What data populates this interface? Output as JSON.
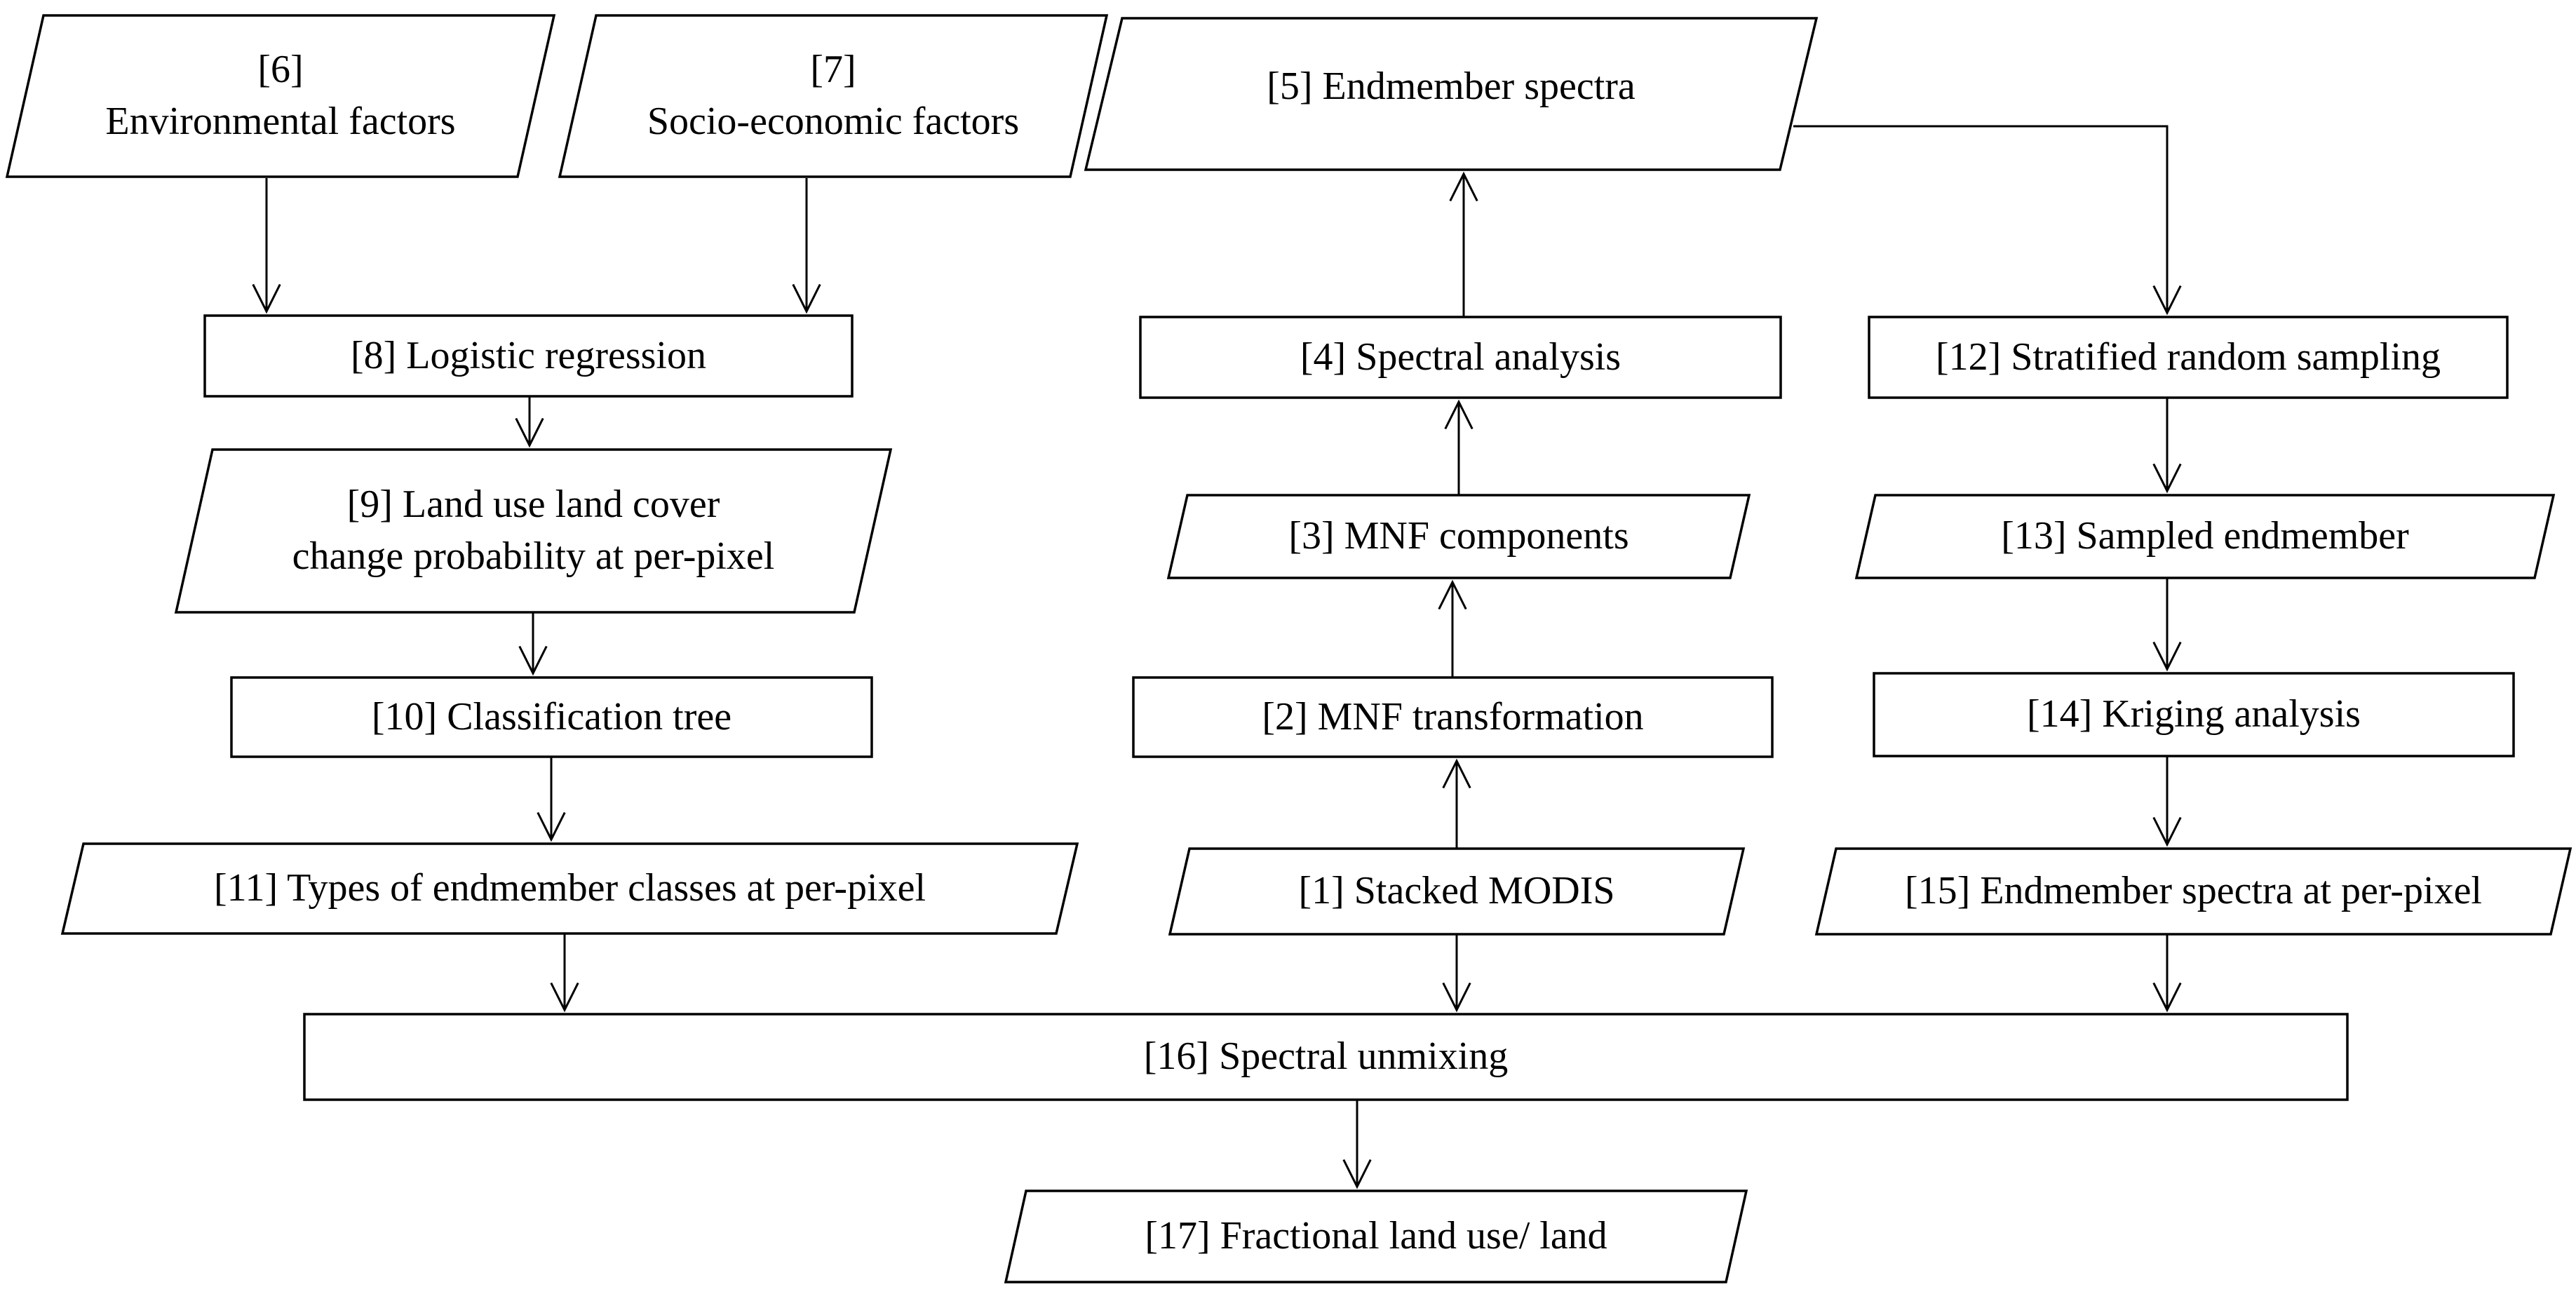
{
  "figure": {
    "type": "flowchart",
    "background_color": "#ffffff",
    "stroke_color": "#000000",
    "arrow_style": "open-v",
    "nodes": {
      "n1": {
        "label": "[1] Stacked MODIS",
        "shape": "parallelogram"
      },
      "n2": {
        "label": "[2] MNF transformation",
        "shape": "rect"
      },
      "n3": {
        "label": "[3] MNF components",
        "shape": "parallelogram"
      },
      "n4": {
        "label": "[4] Spectral analysis",
        "shape": "rect"
      },
      "n5": {
        "label": "[5] Endmember spectra",
        "shape": "parallelogram"
      },
      "n6": {
        "label": "[6]\nEnvironmental factors",
        "shape": "parallelogram"
      },
      "n7": {
        "label": "[7]\nSocio-economic factors",
        "shape": "parallelogram"
      },
      "n8": {
        "label": "[8] Logistic regression",
        "shape": "rect"
      },
      "n9": {
        "label": "[9] Land use land cover\nchange probability at per-pixel",
        "shape": "parallelogram"
      },
      "n10": {
        "label": "[10] Classification tree",
        "shape": "rect"
      },
      "n11": {
        "label": "[11] Types of endmember classes at per-pixel",
        "shape": "parallelogram"
      },
      "n12": {
        "label": "[12] Stratified random sampling",
        "shape": "rect"
      },
      "n13": {
        "label": "[13] Sampled endmember",
        "shape": "parallelogram"
      },
      "n14": {
        "label": "[14] Kriging analysis",
        "shape": "rect"
      },
      "n15": {
        "label": "[15] Endmember spectra at per-pixel",
        "shape": "parallelogram"
      },
      "n16": {
        "label": "[16] Spectral unmixing",
        "shape": "rect"
      },
      "n17": {
        "label": "[17] Fractional land use/ land",
        "shape": "parallelogram"
      }
    },
    "edges": [
      {
        "from": "n6",
        "to": "n8"
      },
      {
        "from": "n7",
        "to": "n8"
      },
      {
        "from": "n8",
        "to": "n9"
      },
      {
        "from": "n9",
        "to": "n10"
      },
      {
        "from": "n10",
        "to": "n11"
      },
      {
        "from": "n11",
        "to": "n16"
      },
      {
        "from": "n1",
        "to": "n2"
      },
      {
        "from": "n2",
        "to": "n3"
      },
      {
        "from": "n3",
        "to": "n4"
      },
      {
        "from": "n4",
        "to": "n5"
      },
      {
        "from": "n5",
        "to": "n12"
      },
      {
        "from": "n12",
        "to": "n13"
      },
      {
        "from": "n13",
        "to": "n14"
      },
      {
        "from": "n14",
        "to": "n15"
      },
      {
        "from": "n15",
        "to": "n16"
      },
      {
        "from": "n1",
        "to": "n16"
      },
      {
        "from": "n16",
        "to": "n17"
      }
    ]
  }
}
